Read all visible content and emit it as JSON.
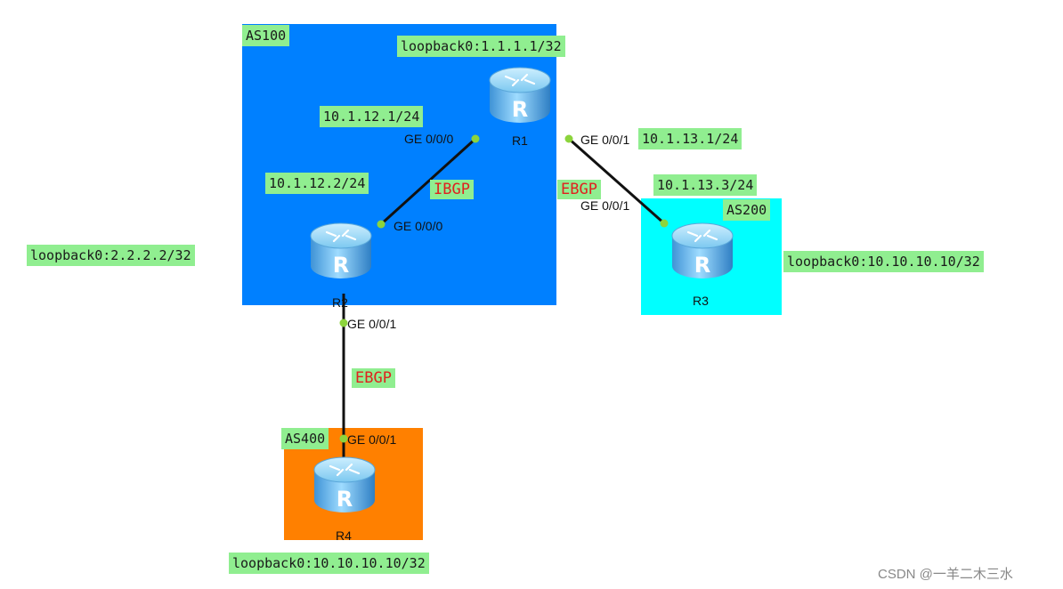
{
  "areas": [
    {
      "label": "AS100",
      "color": "#0080ff"
    },
    {
      "label": "AS200",
      "color": "#00ffff"
    },
    {
      "label": "AS400",
      "color": "#ff8000"
    }
  ],
  "routers": [
    {
      "name": "R1",
      "loopback": "loopback0:1.1.1.1/32"
    },
    {
      "name": "R2",
      "loopback": "loopback0:2.2.2.2/32"
    },
    {
      "name": "R3",
      "loopback": "loopback0:10.10.10.10/32"
    },
    {
      "name": "R4",
      "loopback": "loopback0:10.10.10.10/32"
    }
  ],
  "ip_labels": {
    "r1_ge000": "10.1.12.1/24",
    "r2_ge000": "10.1.12.2/24",
    "r1_ge001": "10.1.13.1/24",
    "r3_ge001": "10.1.13.3/24"
  },
  "ports": {
    "r1_ge000": "GE 0/0/0",
    "r2_ge000": "GE 0/0/0",
    "r1_ge001": "GE 0/0/1",
    "r3_ge001": "GE 0/0/1",
    "r2_ge001": "GE 0/0/1",
    "r4_ge001": "GE 0/0/1"
  },
  "protocols": {
    "r1_r2": "IBGP",
    "r1_r3": "EBGP",
    "r2_r4": "EBGP"
  },
  "colors": {
    "label_bg": "#90ee90",
    "protocol_text": "#e0201e",
    "link": "#111111",
    "port_dot": "#8cd43c"
  },
  "watermark": "CSDN @一羊二木三水"
}
